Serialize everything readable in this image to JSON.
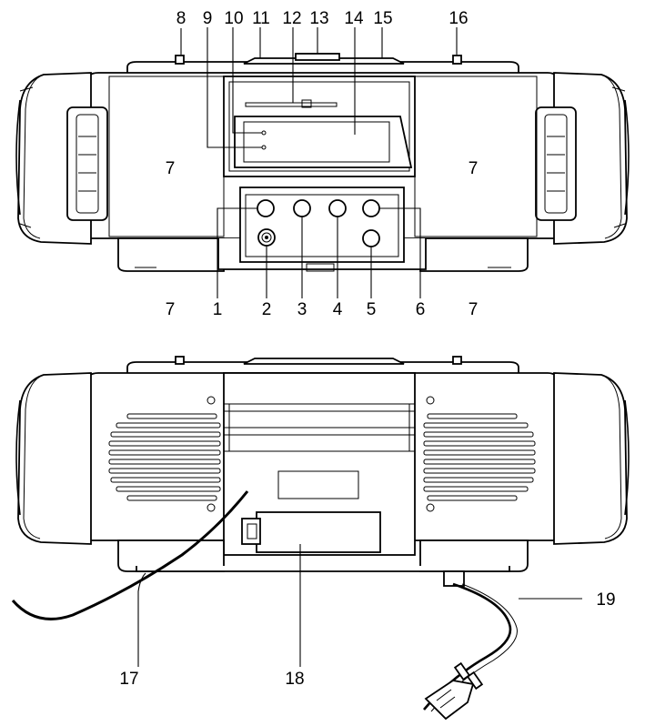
{
  "front_view": {
    "callouts": [
      {
        "id": "c8",
        "text": "8"
      },
      {
        "id": "c9",
        "text": "9"
      },
      {
        "id": "c10",
        "text": "10"
      },
      {
        "id": "c11",
        "text": "11"
      },
      {
        "id": "c12",
        "text": "12"
      },
      {
        "id": "c13",
        "text": "13"
      },
      {
        "id": "c14",
        "text": "14"
      },
      {
        "id": "c15",
        "text": "15"
      },
      {
        "id": "c16",
        "text": "16"
      },
      {
        "id": "c7a",
        "text": "7"
      },
      {
        "id": "c7b",
        "text": "7"
      },
      {
        "id": "c1",
        "text": "1"
      },
      {
        "id": "c2",
        "text": "2"
      },
      {
        "id": "c3",
        "text": "3"
      },
      {
        "id": "c4",
        "text": "4"
      },
      {
        "id": "c5",
        "text": "5"
      },
      {
        "id": "c6",
        "text": "6"
      },
      {
        "id": "c7c",
        "text": "7"
      }
    ]
  },
  "rear_view": {
    "callouts": [
      {
        "id": "c17",
        "text": "17"
      },
      {
        "id": "c18",
        "text": "18"
      },
      {
        "id": "c19",
        "text": "19"
      }
    ]
  },
  "colors": {
    "line": "#000000",
    "background": "#ffffff"
  }
}
